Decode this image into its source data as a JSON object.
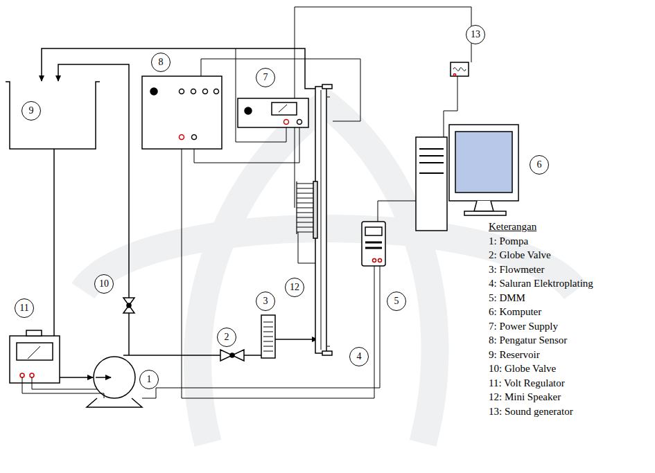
{
  "diagram": {
    "nodes": [
      {
        "text": [
          "1"
        ]
      },
      {
        "text": [
          "2"
        ]
      },
      {
        "text": [
          "3"
        ]
      },
      {
        "text": [
          "4"
        ]
      },
      {
        "text": [
          "5"
        ]
      },
      {
        "text": [
          "6"
        ]
      },
      {
        "text": [
          "7"
        ]
      },
      {
        "text": [
          "8"
        ]
      },
      {
        "text": [
          "9"
        ]
      },
      {
        "text": [
          "10"
        ]
      },
      {
        "text": [
          "11"
        ]
      },
      {
        "text": [
          "12"
        ]
      },
      {
        "text": [
          "13"
        ]
      }
    ],
    "labels": [
      "Keterangan",
      "1: Pompa",
      "2: Globe Valve",
      "3: Flowmeter",
      "4: Saluran Elektroplating",
      "5: DMM",
      "6: Komputer",
      "7: Power Supply",
      "8: Pengatur Sensor",
      "9: Reservoir",
      "10: Globe Valve",
      "11: Volt Regulator",
      "12: Mini Speaker",
      "13: Sound generator"
    ]
  }
}
